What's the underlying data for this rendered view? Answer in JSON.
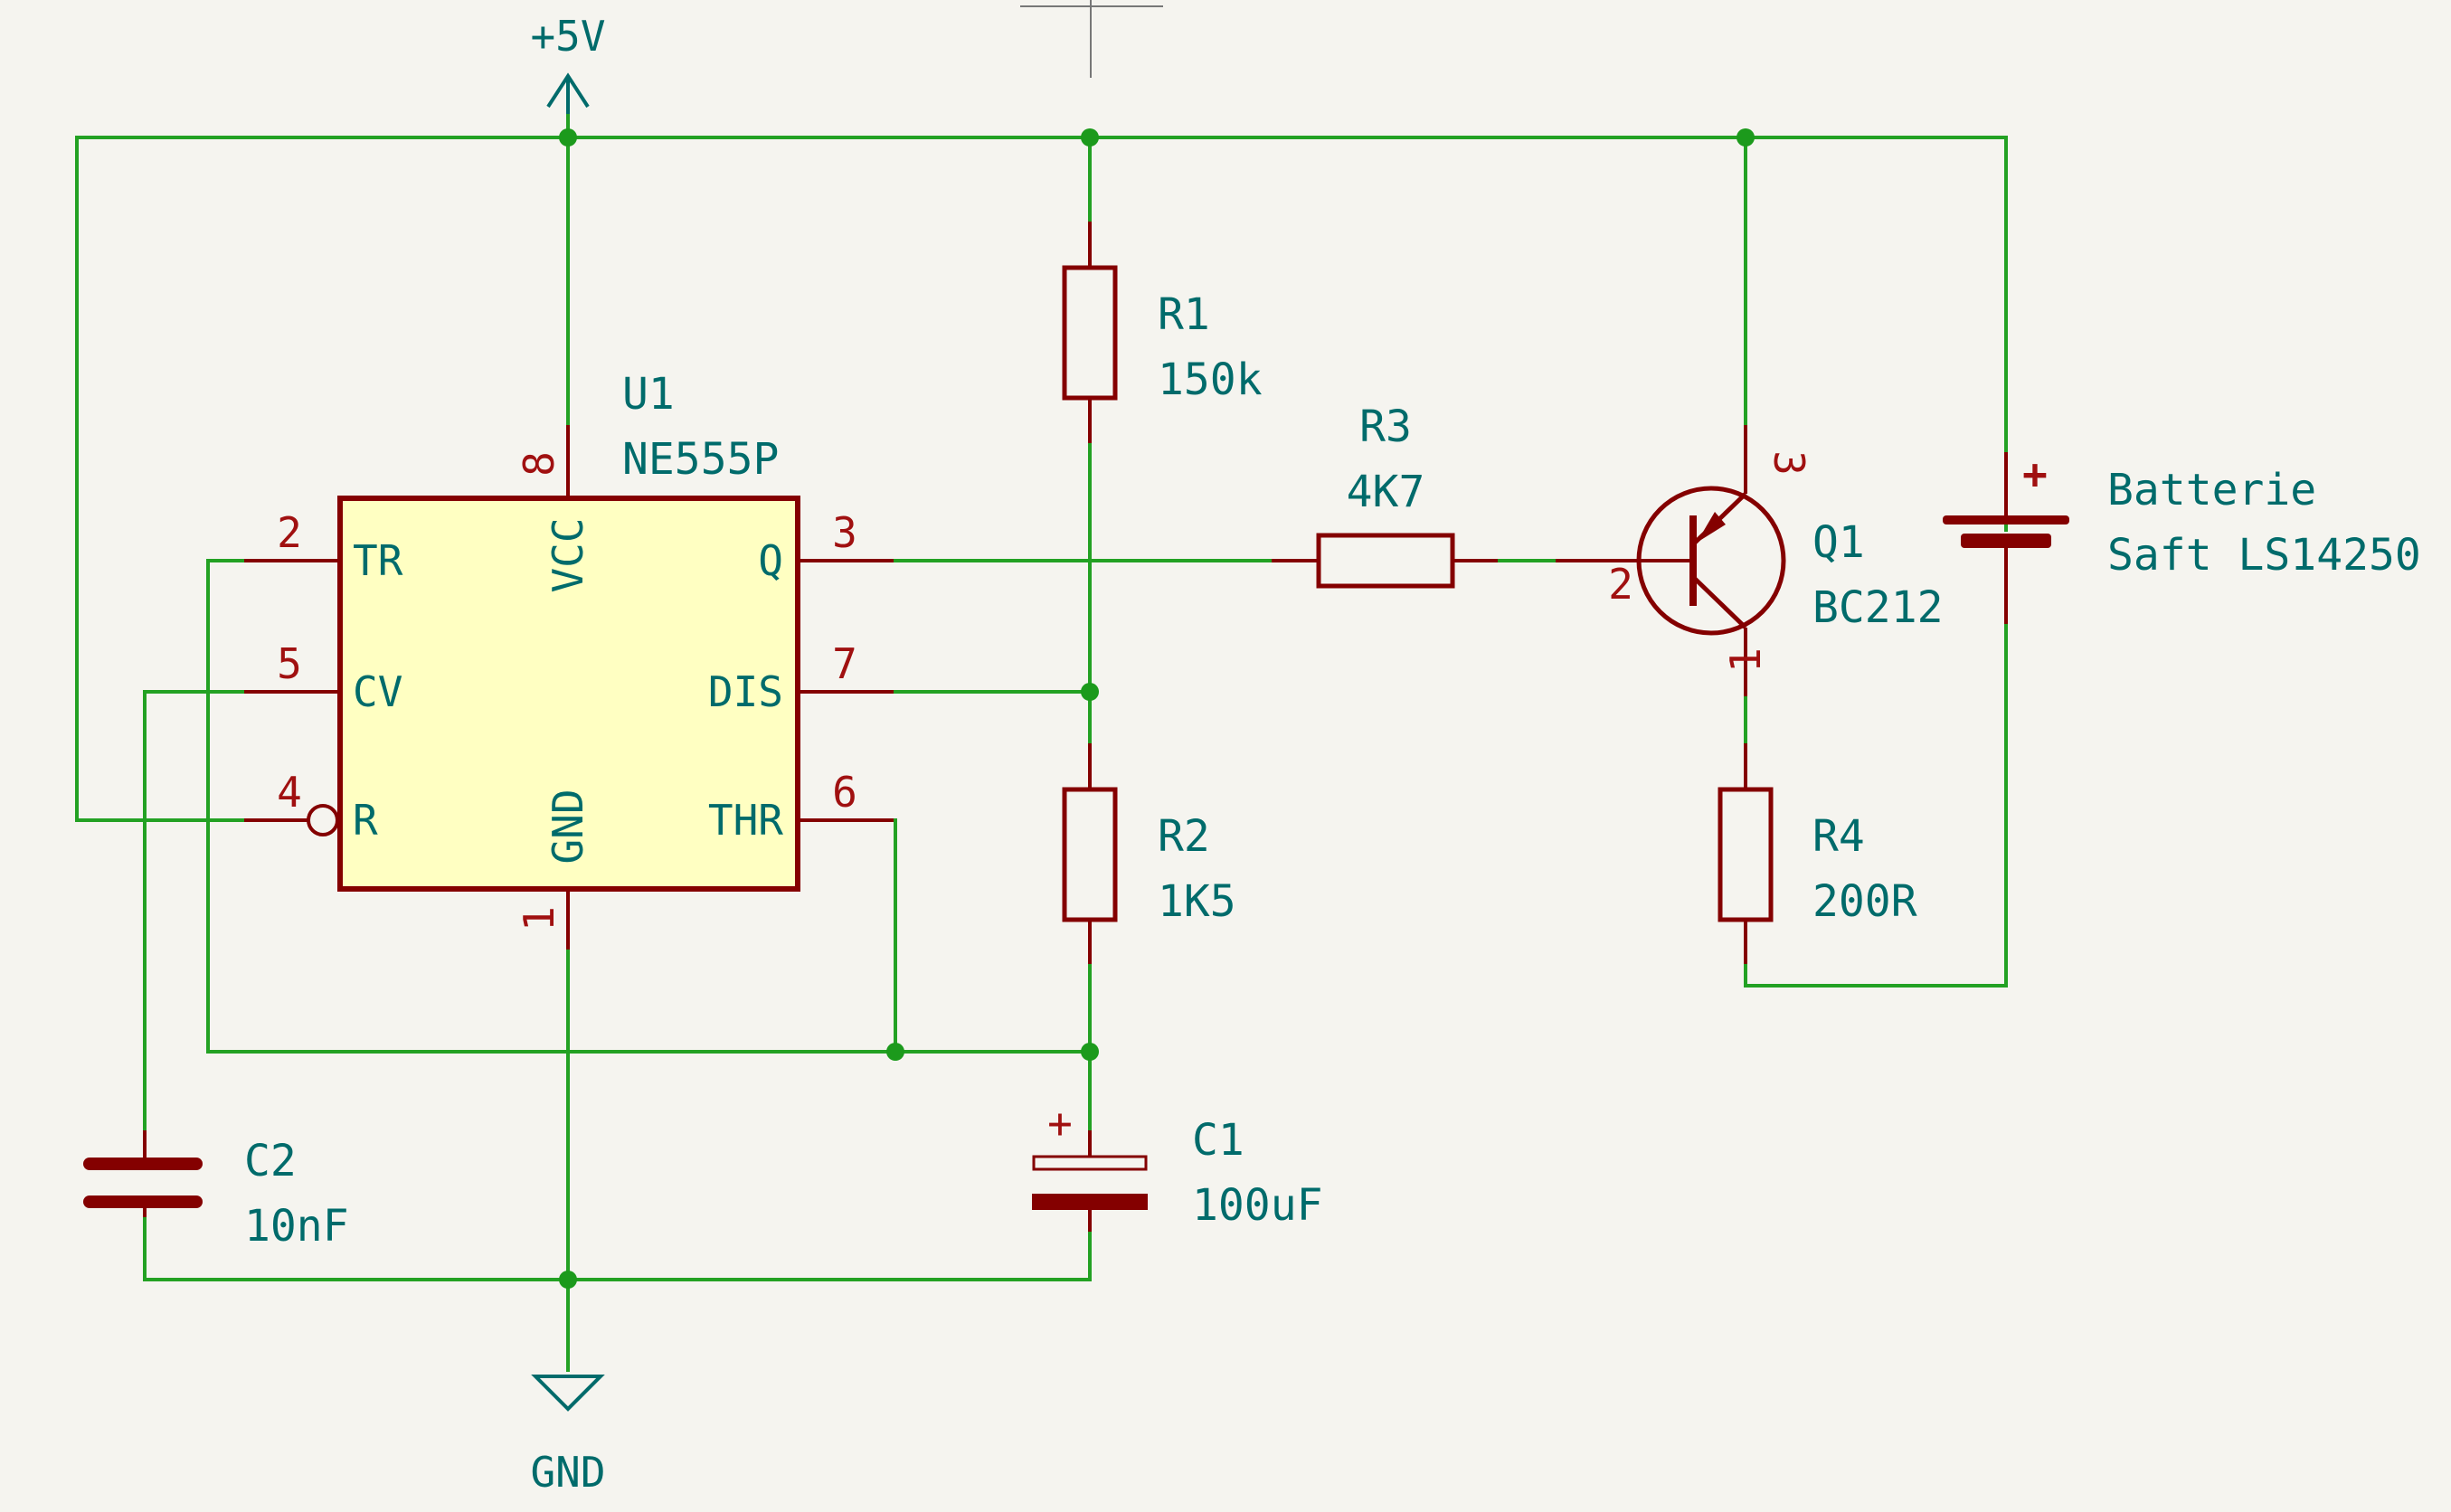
{
  "power": {
    "vcc": "+5V",
    "gnd": "GND"
  },
  "ic": {
    "ref": "U1",
    "value": "NE555P",
    "pins": {
      "tr": {
        "num": "2",
        "name": "TR"
      },
      "cv": {
        "num": "5",
        "name": "CV"
      },
      "r": {
        "num": "4",
        "name": "R"
      },
      "vcc": {
        "num": "8",
        "name": "VCC"
      },
      "gnd": {
        "num": "1",
        "name": "GND"
      },
      "q": {
        "num": "3",
        "name": "Q"
      },
      "dis": {
        "num": "7",
        "name": "DIS"
      },
      "thr": {
        "num": "6",
        "name": "THR"
      }
    }
  },
  "r1": {
    "ref": "R1",
    "value": "150k"
  },
  "r2": {
    "ref": "R2",
    "value": "1K5"
  },
  "r3": {
    "ref": "R3",
    "value": "4K7"
  },
  "r4": {
    "ref": "R4",
    "value": "200R"
  },
  "c1": {
    "ref": "C1",
    "value": "100uF",
    "polarity": "+"
  },
  "c2": {
    "ref": "C2",
    "value": "10nF"
  },
  "q1": {
    "ref": "Q1",
    "value": "BC212",
    "pins": {
      "b": "2",
      "c": "3",
      "e": "1"
    }
  },
  "battery": {
    "ref": "Batterie",
    "value": "Saft LS14250",
    "polarity": "+"
  },
  "colors": {
    "wire": "#23a123",
    "symbol": "#840000",
    "ic_fill": "#ffffc2",
    "label": "#006b6b",
    "background": "#f5f4ef"
  }
}
